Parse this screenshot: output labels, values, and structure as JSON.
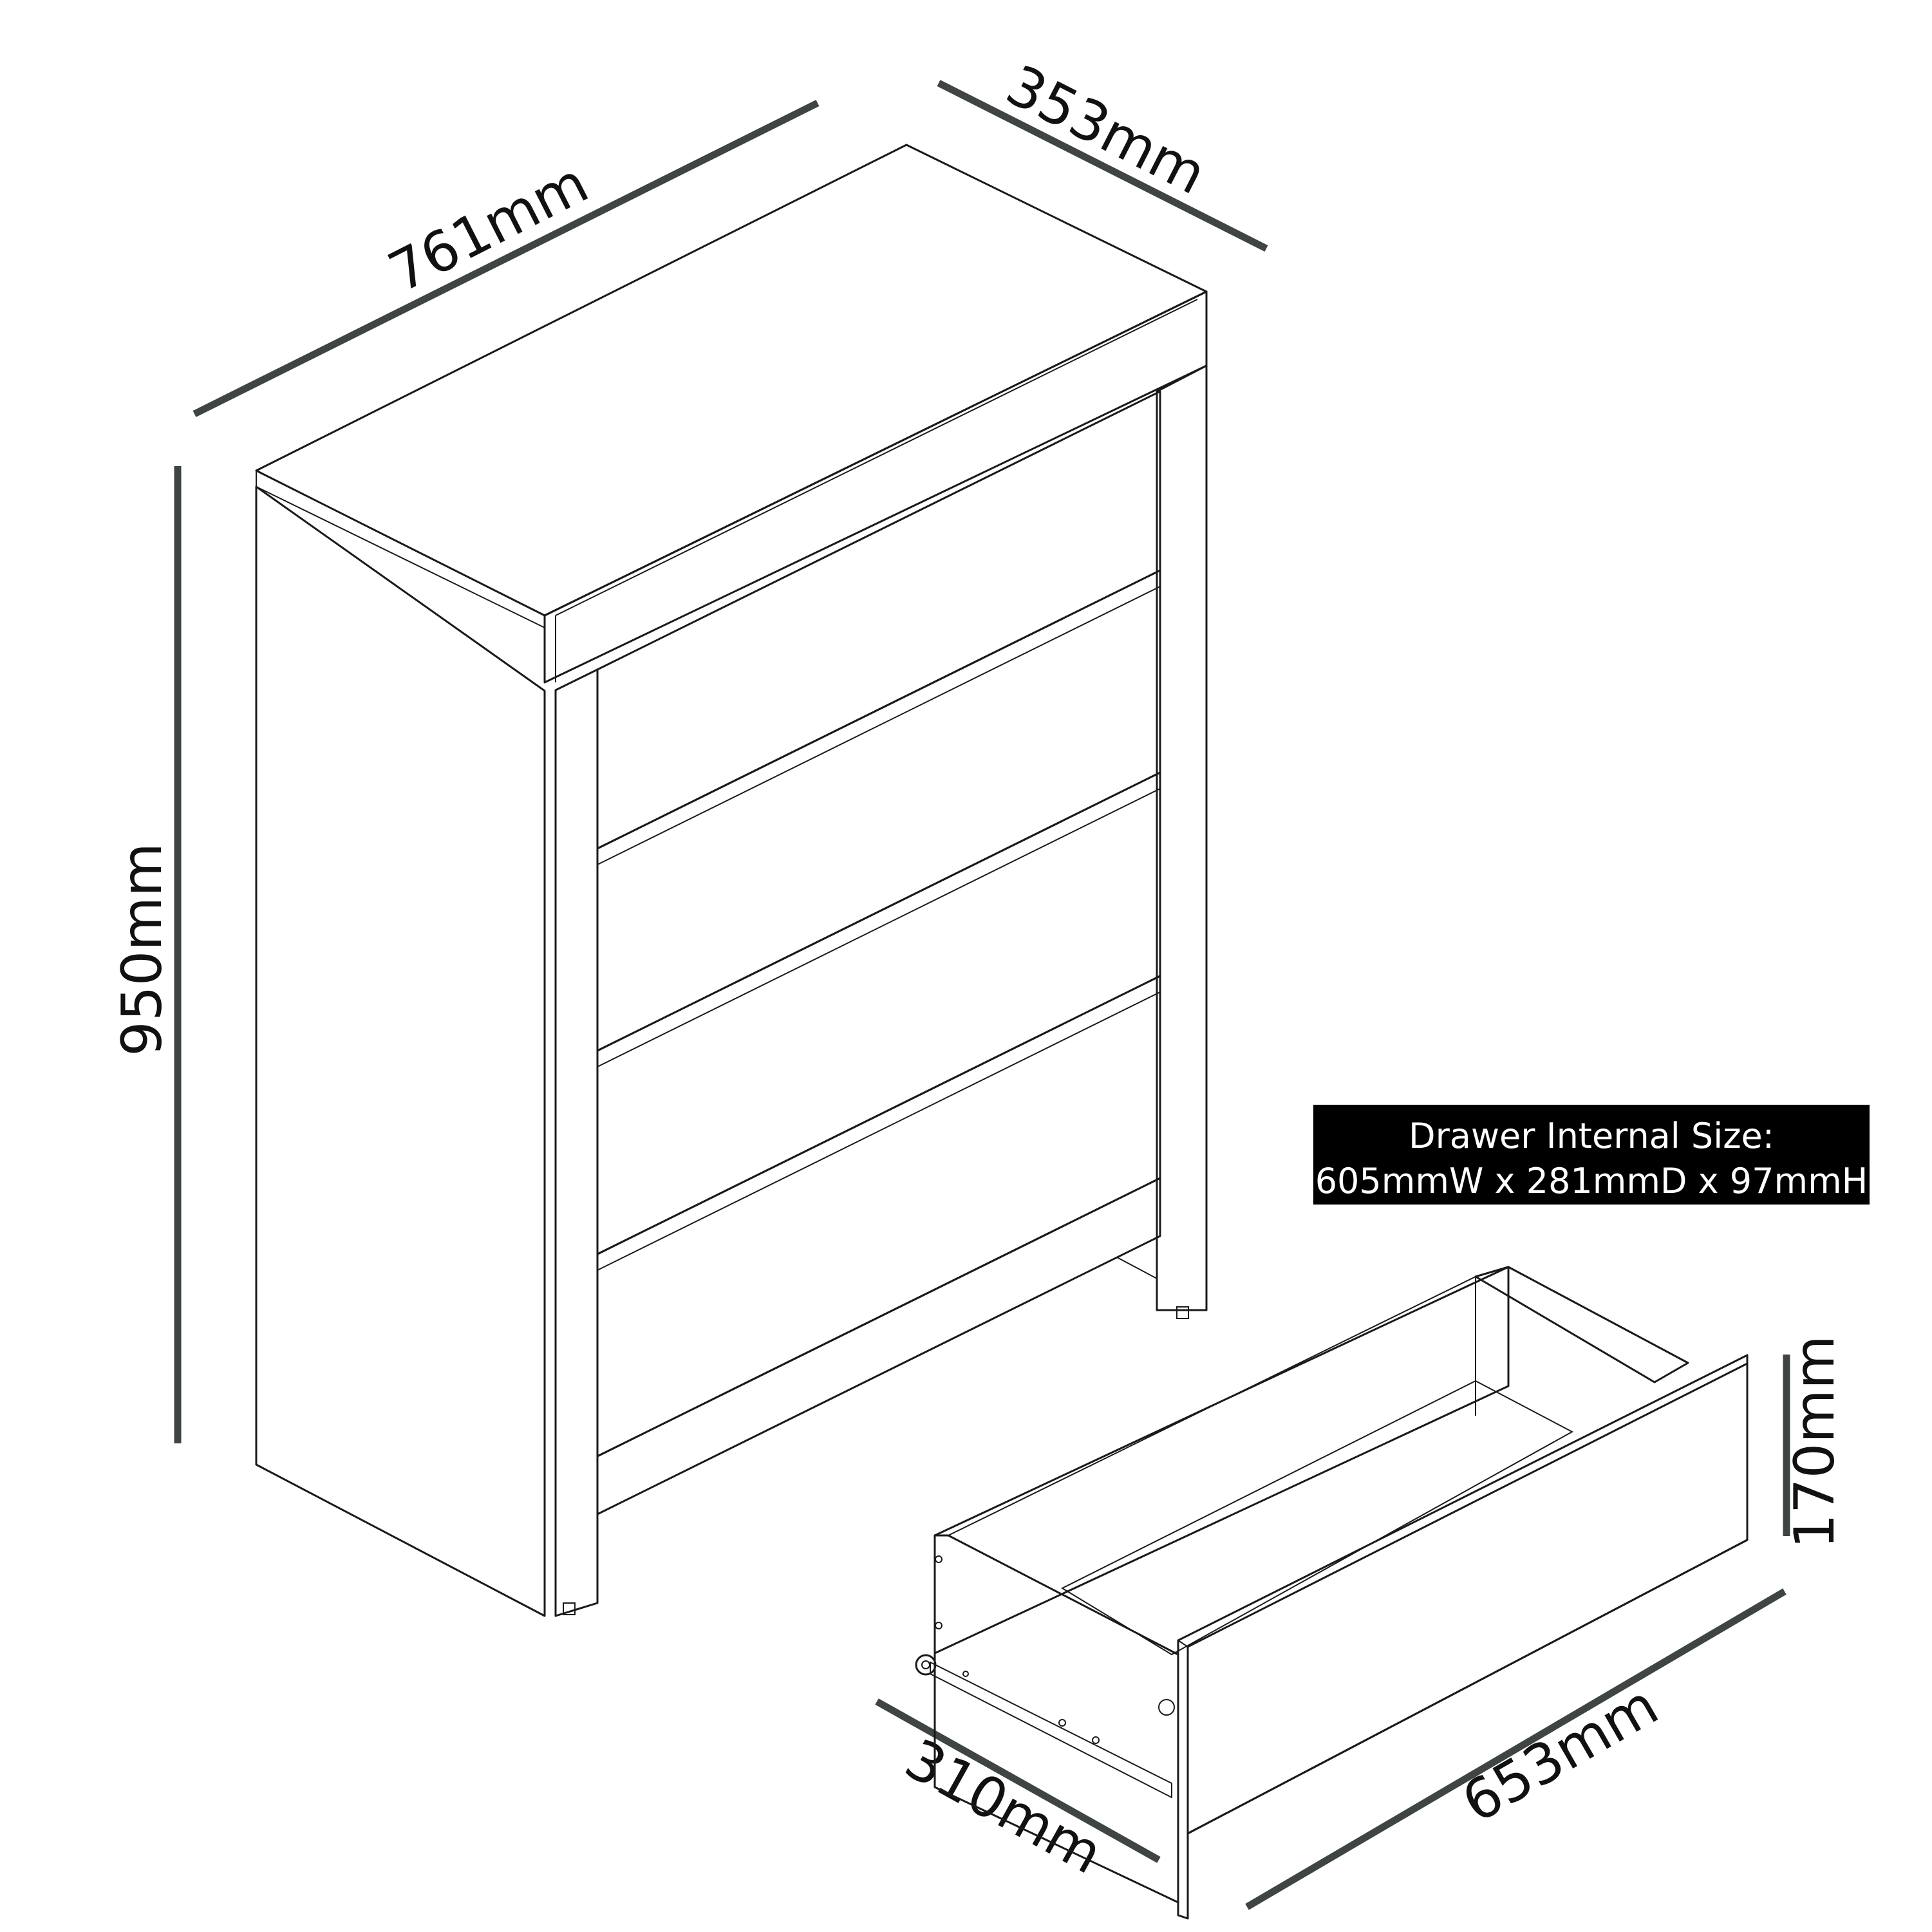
{
  "dimensions": {
    "width": "761mm",
    "depth": "353mm",
    "height": "950mm",
    "drawer_height": "170mm",
    "drawer_width": "653mm",
    "drawer_depth": "310mm"
  },
  "info_box": {
    "line1": "Drawer Internal Size:",
    "line2": "605mmW x 281mmD x 97mmH"
  },
  "colors": {
    "dimension_line": "#3e4543",
    "outline": "#1a1a1a",
    "info_box_background": "#000000",
    "info_box_text": "#ffffff"
  }
}
